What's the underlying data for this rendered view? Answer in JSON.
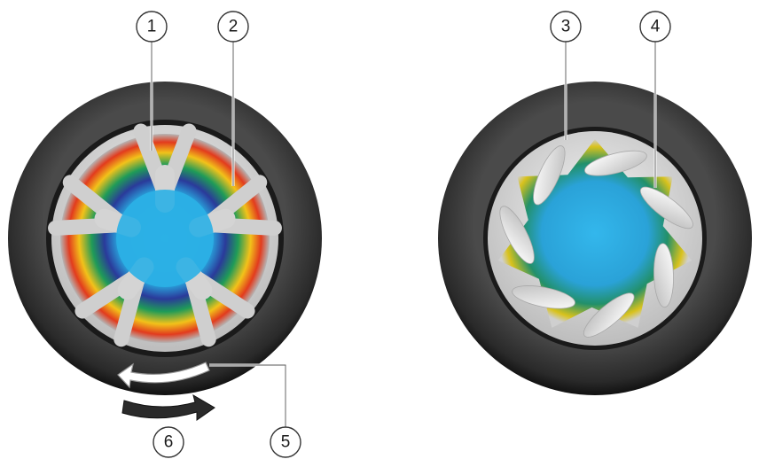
{
  "callouts": [
    {
      "number": "1",
      "target": "spoke-left-wheel"
    },
    {
      "number": "2",
      "target": "flow-region-left-wheel"
    },
    {
      "number": "3",
      "target": "rim-right-wheel"
    },
    {
      "number": "4",
      "target": "flow-region-right-wheel"
    },
    {
      "number": "5",
      "target": "white-rotation-arrow"
    },
    {
      "number": "6",
      "target": "black-rotation-arrow"
    }
  ],
  "colors": {
    "tire": "#2b2b2b",
    "tire_edge": "#111111",
    "rim": "#d9d9d9",
    "flow_center": "#29a9e0",
    "flow_mid": "#1f9b58",
    "flow_hot": "#f2c21a",
    "flow_peak": "#e23b1d",
    "flow_low": "#2a2f8f",
    "spoke": "#c8c8c8"
  },
  "icons": [
    "white-rotation-arrow",
    "black-rotation-arrow"
  ]
}
